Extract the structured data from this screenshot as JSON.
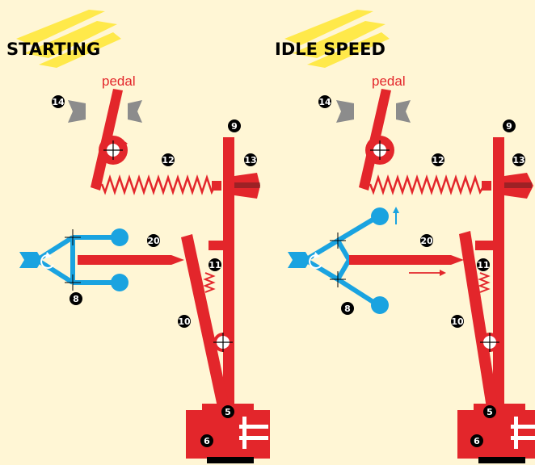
{
  "panels": [
    {
      "title": "STARTING",
      "pedal_label": "pedal",
      "callouts": {
        "c14": "14",
        "c9": "9",
        "c12": "12",
        "c13": "13",
        "c20": "20",
        "c11": "11",
        "c8": "8",
        "c10": "10",
        "c5": "5",
        "c6": "6"
      }
    },
    {
      "title": "IDLE SPEED",
      "pedal_label": "pedal",
      "callouts": {
        "c14": "14",
        "c9": "9",
        "c12": "12",
        "c13": "13",
        "c20": "20",
        "c11": "11",
        "c8": "8",
        "c10": "10",
        "c5": "5",
        "c6": "6"
      }
    }
  ],
  "colors": {
    "background": "#fff6d5",
    "linkage_red": "#e3262b",
    "governor_blue": "#1aa3e0",
    "stop_grey": "#8c8c8c",
    "highlight_yellow": "#ffe94a"
  }
}
